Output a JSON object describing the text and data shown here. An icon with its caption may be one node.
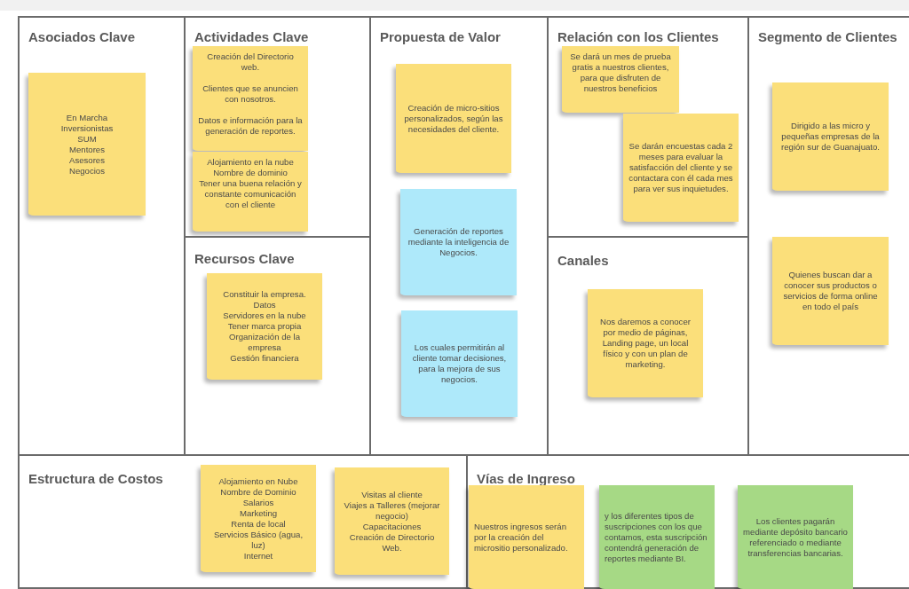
{
  "diagram": {
    "nodes": [
      {
        "text": [
          "Asociados Clave"
        ]
      },
      {
        "text": [
          "En Marcha",
          "Inversionistas",
          "SUM",
          "Mentores",
          "Asesores",
          "Negocios"
        ],
        "in": 0
      },
      {
        "text": [
          "Actividades Clave"
        ]
      },
      {
        "text": [
          "Creación del Directorio web.",
          "Clientes que se anuncien con nosotros.",
          "Datos e información para la generación de reportes."
        ],
        "in": 2
      },
      {
        "text": [
          "Alojamiento en la nube",
          "Nombre de dominio",
          "Tener una buena relación y constante comunicación con el cliente"
        ],
        "in": 2
      },
      {
        "text": [
          "Recursos Clave"
        ]
      },
      {
        "text": [
          "Constituir la empresa.",
          "Datos",
          "Servidores en la nube",
          "Tener marca propia",
          "Organización  de la empresa",
          "Gestión financiera"
        ],
        "in": 5
      },
      {
        "text": [
          "Propuesta de Valor"
        ]
      },
      {
        "text": [
          "Creación de micro-sitios personalizados, según las necesidades del cliente."
        ],
        "in": 7
      },
      {
        "text": [
          "Generación de reportes mediante la inteligencia de Negocios."
        ],
        "in": 7
      },
      {
        "text": [
          "Los cuales permitirán al cliente tomar decisiones, para la mejora de sus negocios."
        ],
        "in": 7
      },
      {
        "text": [
          "Relación con los Clientes"
        ]
      },
      {
        "text": [
          "Se dará un mes de prueba gratis a nuestros clientes, para que disfruten de nuestros beneficios"
        ],
        "in": 11
      },
      {
        "text": [
          "Se darán encuestas cada 2 meses para evaluar la satisfacción del cliente y se contactara con él cada mes para ver sus inquietudes."
        ],
        "in": 11
      },
      {
        "text": [
          "Canales"
        ]
      },
      {
        "text": [
          "Nos daremos a conocer por medio de páginas, Landing page, un local físico y con un plan de marketing."
        ],
        "in": 14
      },
      {
        "text": [
          "Segmento de Clientes"
        ]
      },
      {
        "text": [
          "Dirigido a las micro y pequeñas empresas de la región sur de Guanajuato."
        ],
        "in": 16
      },
      {
        "text": [
          "Quienes buscan dar a conocer sus productos o servicios de forma online en todo el país"
        ],
        "in": 16
      },
      {
        "text": [
          "Estructura de Costos"
        ]
      },
      {
        "text": [
          "Alojamiento en Nube",
          "Nombre de Dominio",
          "Salarios",
          "Marketing",
          "Renta de local",
          "Servicios Básico (agua, luz)",
          "Internet"
        ],
        "in": 19
      },
      {
        "text": [
          "Visitas al cliente",
          "Viajes a Talleres (mejorar negocio)",
          "Capacitaciones",
          "Creación de Directorio Web."
        ],
        "in": 19
      },
      {
        "text": [
          "Vías de Ingreso"
        ]
      },
      {
        "text": [
          "Nuestros ingresos serán por la creación del micrositio personalizado."
        ],
        "in": 22
      },
      {
        "text": [
          "y los diferentes tipos de suscripciones con los que contamos, esta suscripción contendrá generación de reportes mediante BI."
        ],
        "in": 22
      },
      {
        "text": [
          "Los clientes pagarán mediante depósito bancario referenciado o mediante transferencias bancarias."
        ],
        "in": 22
      }
    ]
  }
}
